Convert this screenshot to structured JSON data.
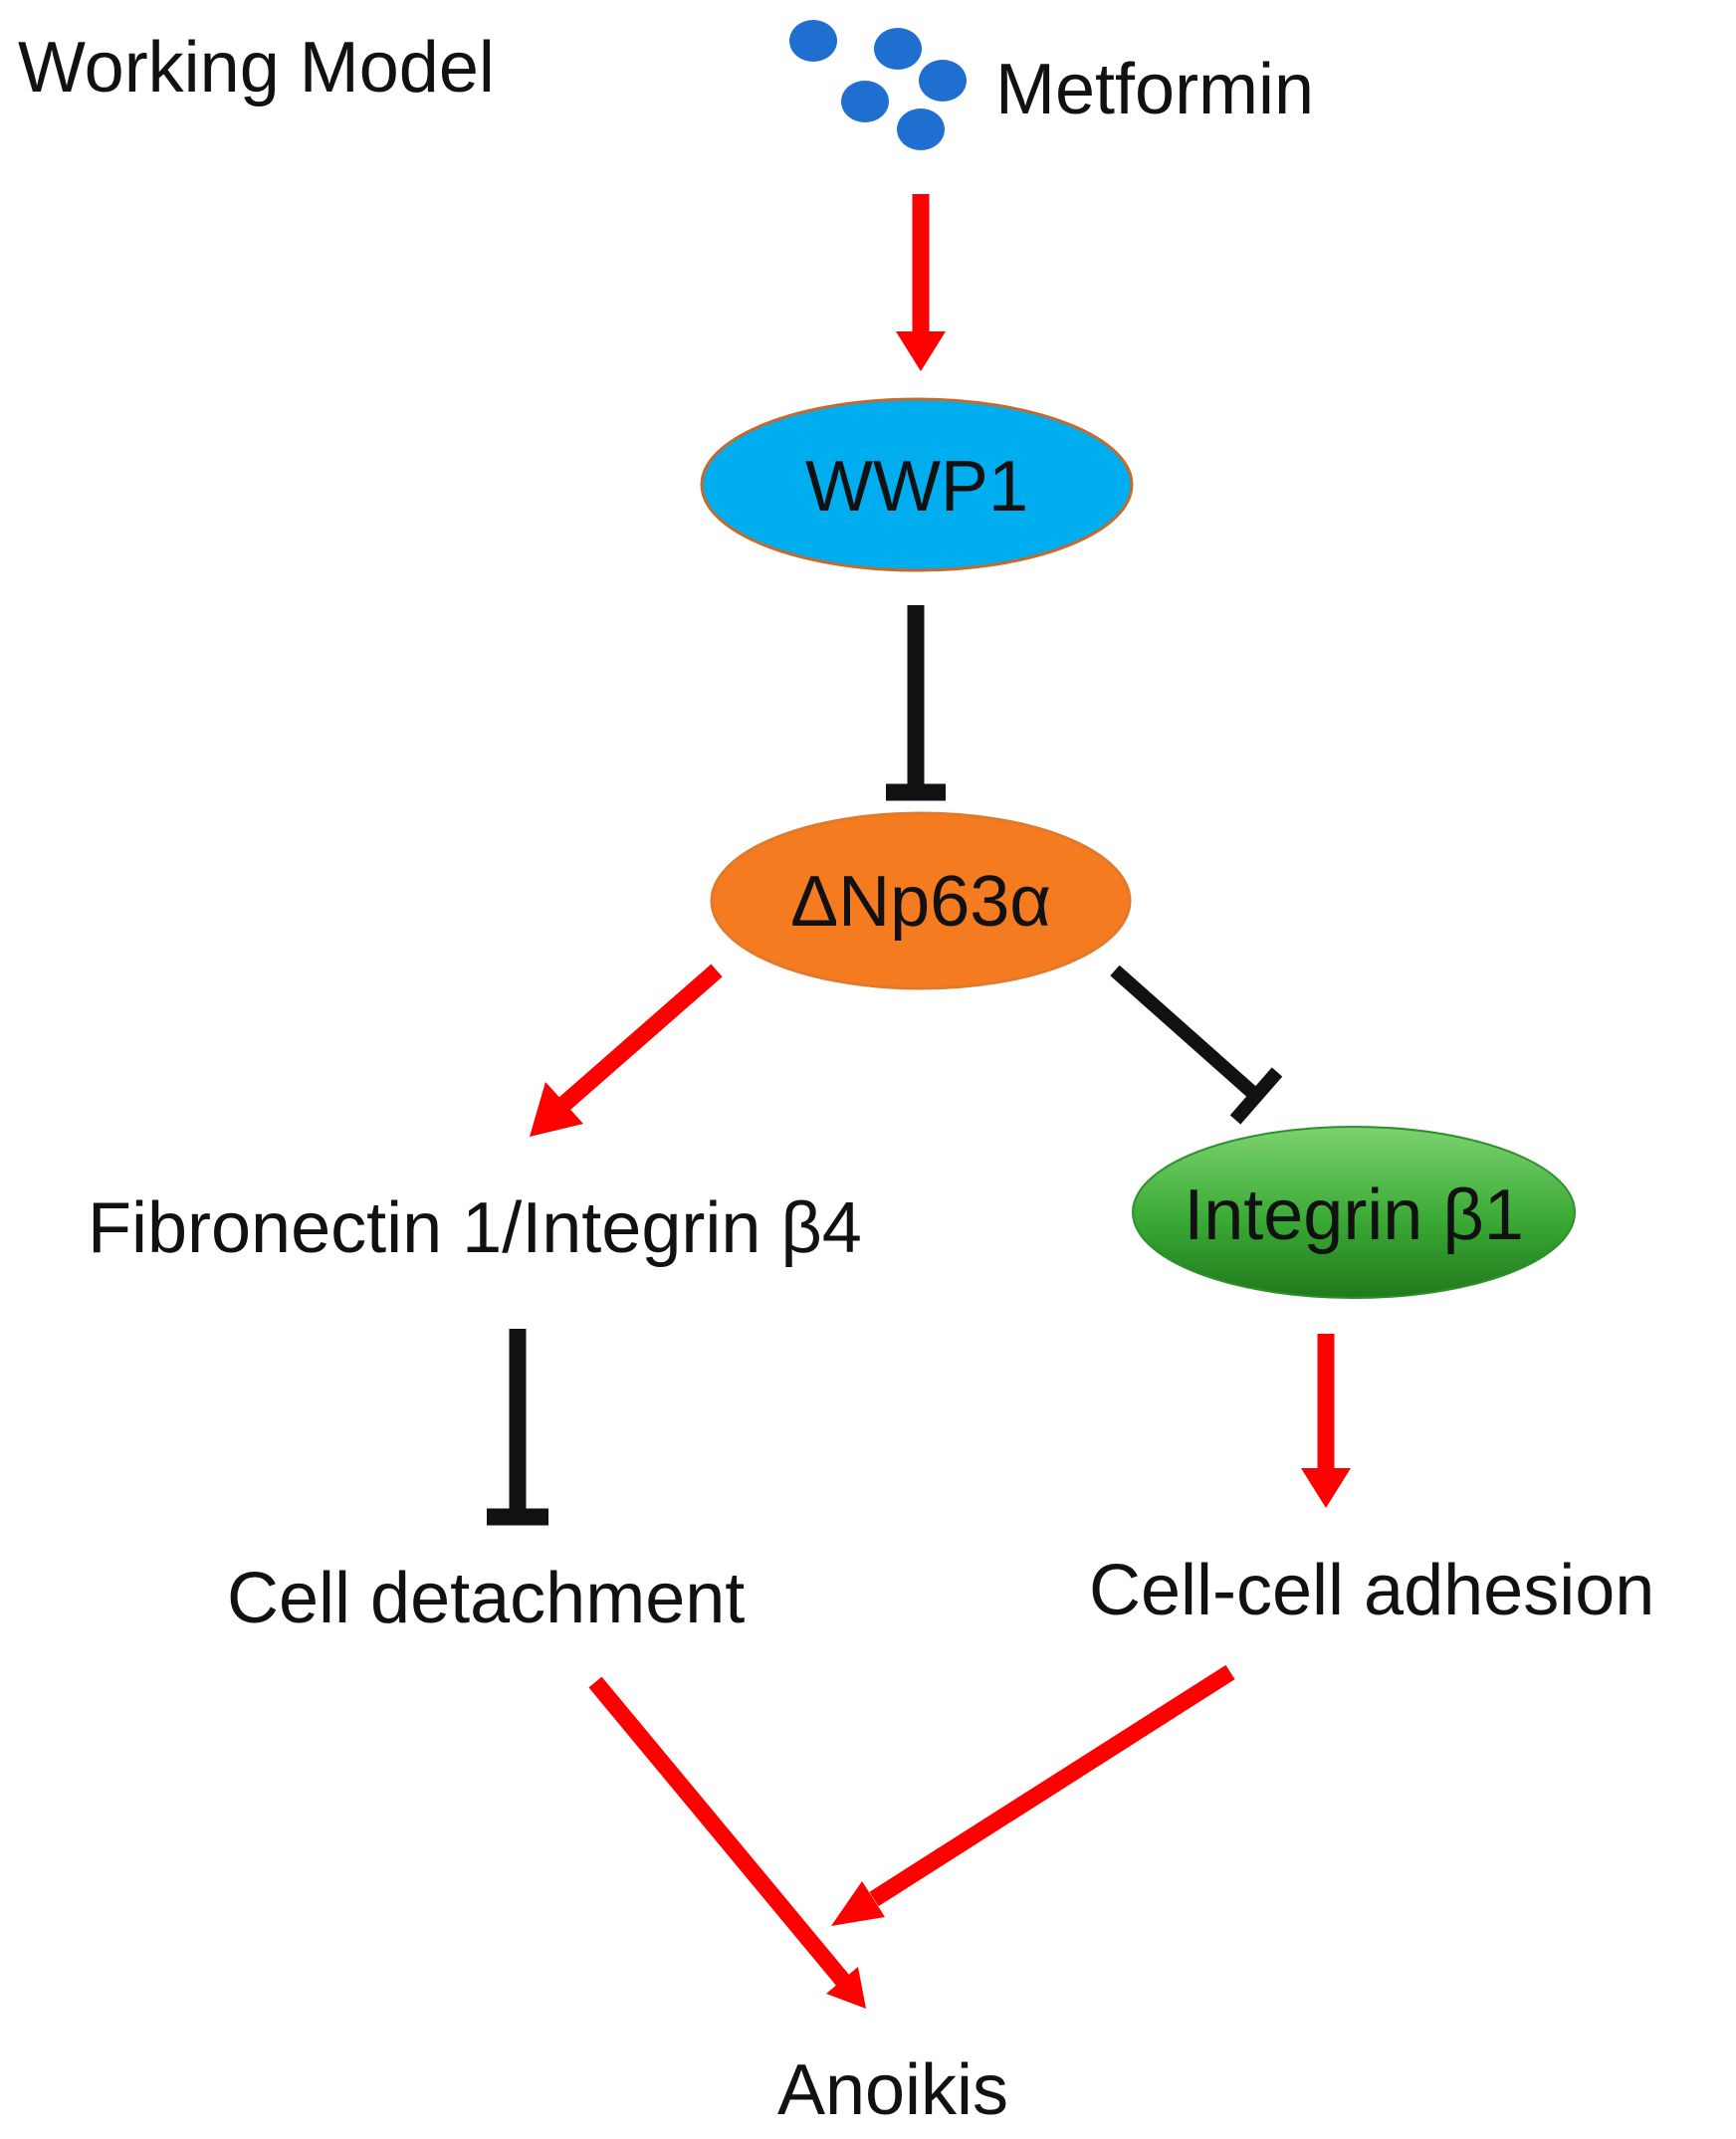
{
  "title": "Working Model",
  "drug": {
    "label": "Metformin",
    "color": "#1f6fd1"
  },
  "nodes": {
    "wwp1": {
      "label": "WWP1",
      "fill": "#00aeef",
      "stroke": "#c56a2d"
    },
    "dnp63a": {
      "label": "ΔNp63α",
      "fill": "#f47b20",
      "stroke": "#e07a2a"
    },
    "integrin_b1": {
      "label": "Integrin β1",
      "fill": "#3aa935",
      "stroke": "#2f8f2b"
    }
  },
  "labels": {
    "fibronectin": "Fibronectin 1/Integrin β4",
    "cell_detachment": "Cell detachment",
    "cell_adhesion": "Cell-cell adhesion",
    "anoikis": "Anoikis"
  },
  "edges": [
    {
      "from": "Metformin",
      "to": "WWP1",
      "type": "activation"
    },
    {
      "from": "WWP1",
      "to": "ΔNp63α",
      "type": "inhibition"
    },
    {
      "from": "ΔNp63α",
      "to": "Fibronectin 1/Integrin β4",
      "type": "activation"
    },
    {
      "from": "ΔNp63α",
      "to": "Integrin β1",
      "type": "inhibition"
    },
    {
      "from": "Fibronectin 1/Integrin β4",
      "to": "Cell detachment",
      "type": "inhibition"
    },
    {
      "from": "Integrin β1",
      "to": "Cell-cell adhesion",
      "type": "activation"
    },
    {
      "from": "Cell detachment",
      "to": "Anoikis",
      "type": "activation"
    },
    {
      "from": "Cell-cell adhesion",
      "to": "Anoikis",
      "type": "activation"
    }
  ],
  "colors": {
    "activation": "#ff0000",
    "inhibition": "#111111"
  }
}
